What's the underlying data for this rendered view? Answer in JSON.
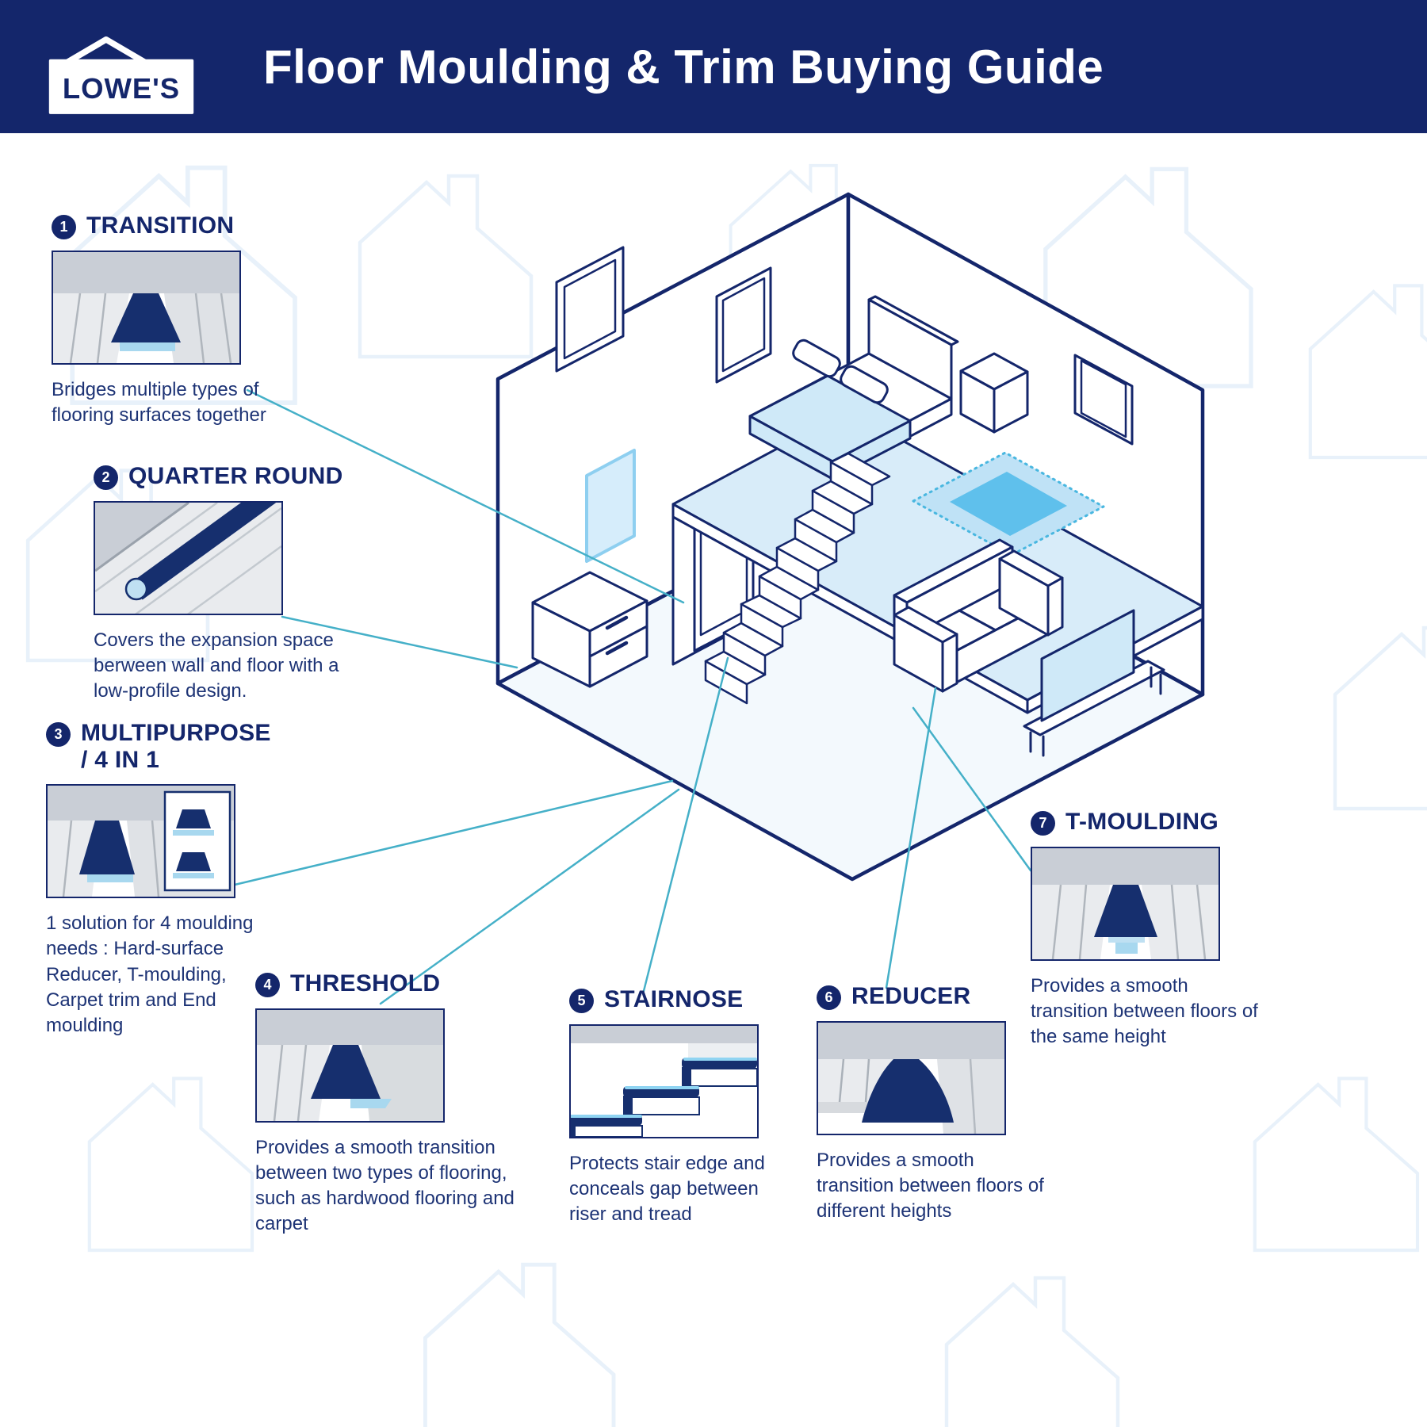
{
  "header": {
    "logo_text": "LOWE'S",
    "title": "Floor Moulding & Trim Buying Guide"
  },
  "colors": {
    "navy": "#14266b",
    "moulding_navy": "#162f6e",
    "teal_line": "#45b0c8",
    "light_blue": "#cfe9f8",
    "accent_blue": "#5fc0ec",
    "wall_gray": "#c9ced6",
    "text_blue": "#1d3375"
  },
  "callouts": {
    "transition": {
      "number": "1",
      "title": "TRANSITION",
      "description": "Bridges multiple types of flooring surfaces together"
    },
    "quarter_round": {
      "number": "2",
      "title": "QUARTER ROUND",
      "description": "Covers the expansion space berween wall and floor with a low-profile design."
    },
    "multipurpose": {
      "number": "3",
      "title": "MULTIPURPOSE",
      "title_line2": "/ 4 IN 1",
      "description": "1 solution for 4 moulding needs : Hard-surface Reducer, T-moulding, Carpet trim and End moulding"
    },
    "threshold": {
      "number": "4",
      "title": "THRESHOLD",
      "description": "Provides a smooth transition between two types of flooring, such as hardwood flooring and carpet"
    },
    "stairnose": {
      "number": "5",
      "title": "STAIRNOSE",
      "description": "Protects stair edge and conceals gap between riser and tread"
    },
    "reducer": {
      "number": "6",
      "title": "REDUCER",
      "description": "Provides a smooth transition between floors of different heights"
    },
    "t_moulding": {
      "number": "7",
      "title": "T-MOULDING",
      "description": "Provides a smooth transition between floors of the same height"
    }
  }
}
